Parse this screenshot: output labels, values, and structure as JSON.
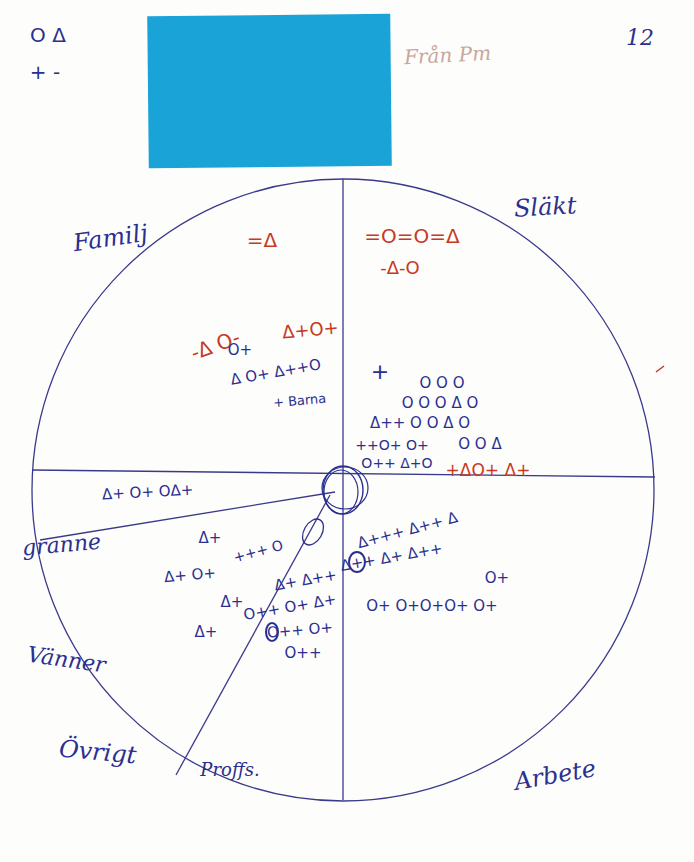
{
  "diagram": {
    "labels": [
      "O Δ",
      "+ -",
      "Från Pm",
      "12",
      "Familj",
      "Släkt",
      "granne",
      "Vänner",
      "Övrigt",
      "Proffs.",
      "Arbete",
      "=Δ",
      "=O=O=Δ",
      "-Δ-O",
      "-Δ O-",
      "Δ+O+",
      "+ΔO+ Δ+",
      "+",
      "O O O",
      "O O O Δ O",
      "Δ++ O O Δ O",
      "O O Δ",
      "++O+ O+",
      "O++ Δ+O",
      "O+",
      "Δ O+ Δ++O",
      "+ Barna",
      "Δ+ O+ OΔ+",
      "Δ+",
      "+++ O",
      "Δ+ O+",
      "Δ+",
      "Δ+",
      "Δ+ Δ++",
      "O++ O+ Δ+",
      "O++ O+",
      "O++",
      "Δ+++ Δ++ Δ",
      "Δ++ Δ+ Δ++",
      "O+",
      "O+ O+O+O+ O+"
    ]
  }
}
